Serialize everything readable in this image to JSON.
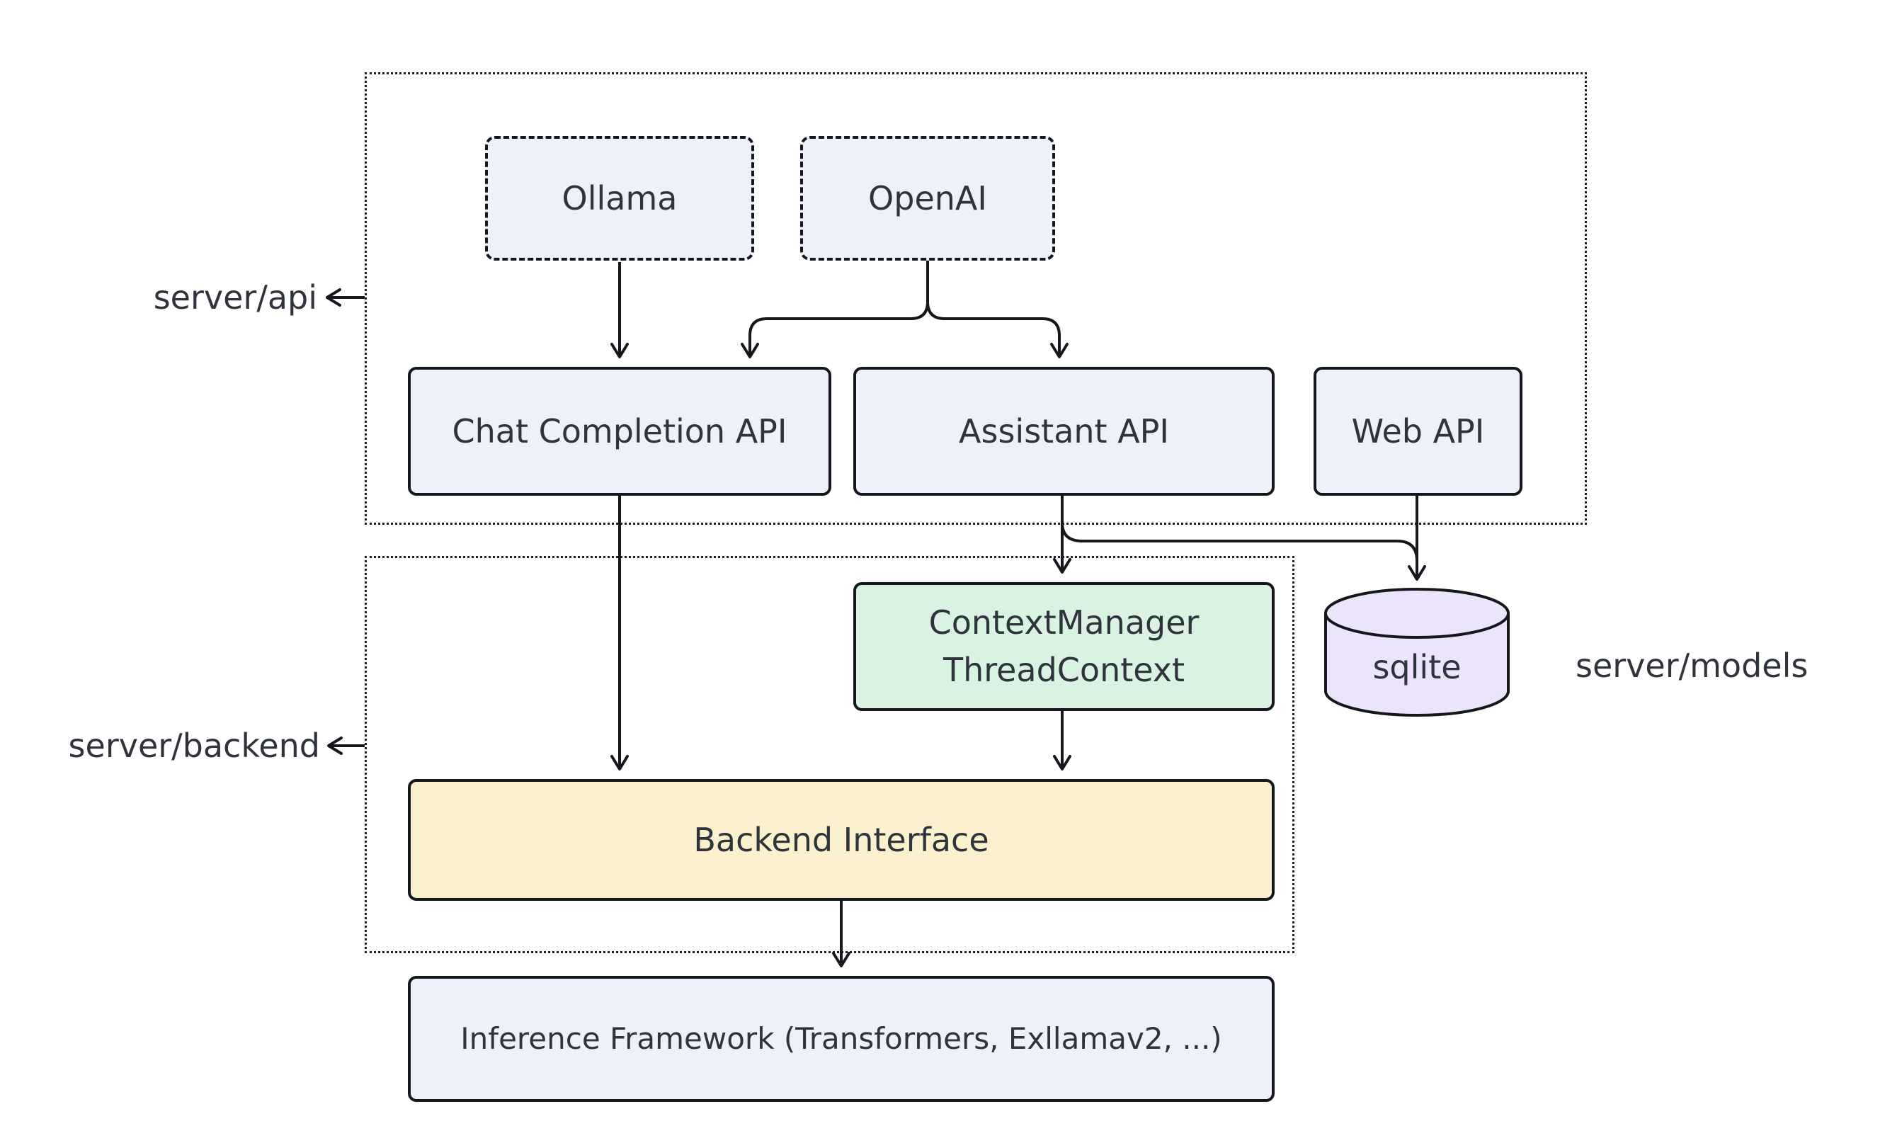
{
  "colors": {
    "node_blue": "#edf1fb",
    "node_green": "#d9f2e2",
    "node_yellow": "#fcf1ce",
    "node_purple": "#ece4fa",
    "stroke": "#14171c",
    "text": "#2e333c",
    "background": "#ffffff"
  },
  "containers": {
    "server_api": {
      "label": "server/api"
    },
    "server_backend": {
      "label": "server/backend"
    }
  },
  "annotations": {
    "server_models": {
      "label": "server/models"
    }
  },
  "nodes": {
    "ollama": {
      "label": "Ollama",
      "fill": "#edf1fb"
    },
    "openai": {
      "label": "OpenAI",
      "fill": "#edf1fb"
    },
    "chat_completion_api": {
      "label": "Chat Completion API",
      "fill": "#edf1fb"
    },
    "assistant_api": {
      "label": "Assistant API",
      "fill": "#edf1fb"
    },
    "web_api": {
      "label": "Web API",
      "fill": "#edf1fb"
    },
    "context_manager": {
      "label": "ContextManager\nThreadContext",
      "fill": "#d9f2e2"
    },
    "sqlite": {
      "label": "sqlite",
      "fill": "#ece4fa"
    },
    "backend_interface": {
      "label": "Backend Interface",
      "fill": "#fcf1ce"
    },
    "inference_framework": {
      "label": "Inference Framework (Transformers, Exllamav2, ...)",
      "fill": "#edf1fb"
    }
  },
  "edges": [
    {
      "from": "ollama",
      "to": "chat_completion_api"
    },
    {
      "from": "openai",
      "to": "chat_completion_api"
    },
    {
      "from": "openai",
      "to": "assistant_api"
    },
    {
      "from": "chat_completion_api",
      "to": "backend_interface"
    },
    {
      "from": "assistant_api",
      "to": "context_manager"
    },
    {
      "from": "assistant_api",
      "to": "sqlite"
    },
    {
      "from": "web_api",
      "to": "sqlite"
    },
    {
      "from": "context_manager",
      "to": "backend_interface"
    },
    {
      "from": "backend_interface",
      "to": "inference_framework"
    }
  ]
}
